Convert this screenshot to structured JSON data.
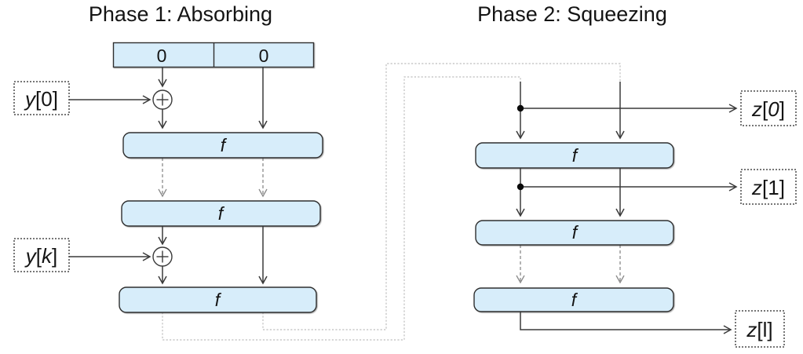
{
  "diagram": {
    "phase1": {
      "title": "Phase 1: Absorbing",
      "state_register": {
        "cell_left": "0",
        "cell_right": "0"
      },
      "inputs": {
        "y0": {
          "text": "y[0]",
          "p0": "y",
          "p1": "[0]"
        },
        "yk": {
          "text": "y[k]",
          "p0": "y",
          "p1": "[",
          "p2": "k",
          "p3": "]"
        }
      },
      "f_nodes": {
        "f1": "f",
        "f2": "f",
        "f3": "f"
      }
    },
    "phase2": {
      "title": "Phase 2: Squeezing",
      "outputs": {
        "z0": {
          "text": "z[0]",
          "p0": "z",
          "p1": "[",
          "p2": "0",
          "p3": "]"
        },
        "z1": {
          "text": "z[1]",
          "p0": "z",
          "p1": "[1]"
        },
        "zl": {
          "text": "z[l]",
          "p0": "z",
          "p1": "[l]"
        }
      },
      "f_nodes": {
        "f4": "f",
        "f5": "f",
        "f6": "f"
      }
    },
    "icons": {
      "xor": "circle-plus-icon",
      "junction": "filled-dot-icon"
    },
    "colors": {
      "box_fill": "#d7edfa",
      "box_border": "#2f2f2f",
      "arrow_solid": "#3a3a3a",
      "arrow_dashed": "#8a8a8a",
      "route_dotted": "#bdbdbd",
      "background": "#ffffff",
      "text": "#141414"
    }
  }
}
